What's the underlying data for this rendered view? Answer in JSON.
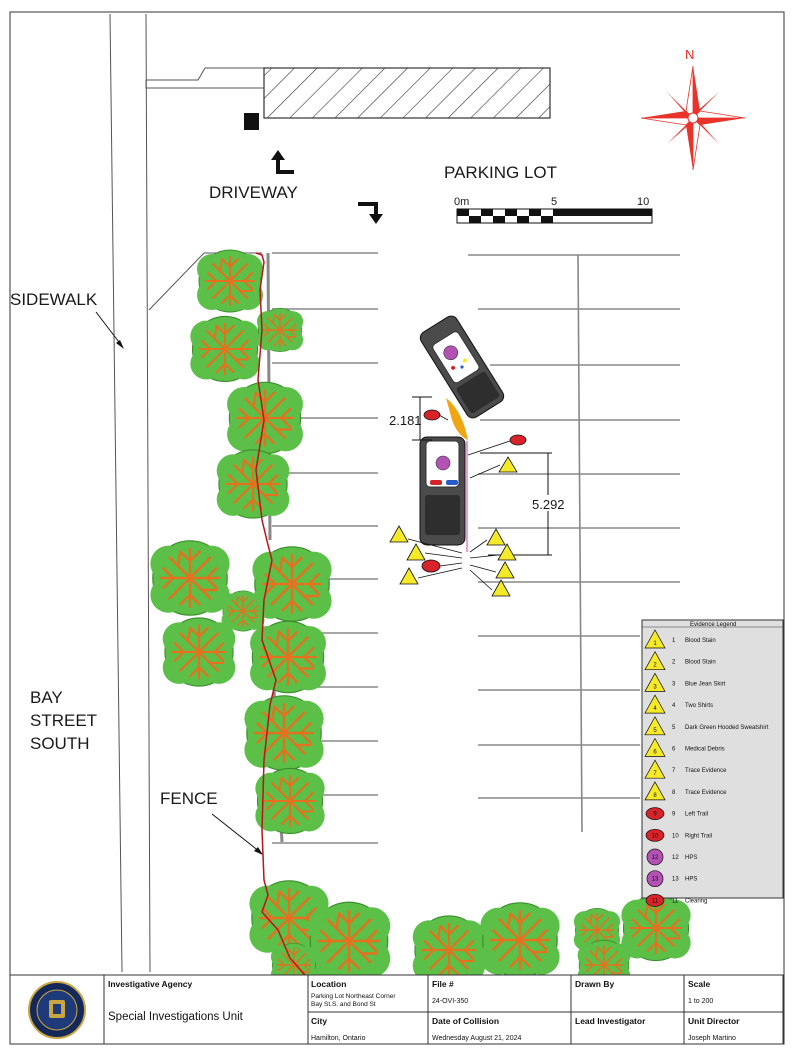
{
  "labels": {
    "parking_lot": "PARKING LOT",
    "driveway": "DRIVEWAY",
    "sidewalk": "SIDEWALK",
    "street_line1": "BAY",
    "street_line2": "STREET",
    "street_line3": "SOUTH",
    "fence": "FENCE",
    "north": "N"
  },
  "scale_bar": {
    "ticks": [
      "0m",
      "5",
      "10"
    ]
  },
  "measurements": {
    "car_gap": "2.181",
    "car_to_marker": "5.292"
  },
  "evidence_legend": {
    "title": "Evidence Legend",
    "items": [
      {
        "marker": "1",
        "number": "1",
        "label": "Blood Stain",
        "shape": "triangle"
      },
      {
        "marker": "2",
        "number": "2",
        "label": "Blood Stain",
        "shape": "triangle"
      },
      {
        "marker": "3",
        "number": "3",
        "label": "Blue Jean Skirt",
        "shape": "triangle"
      },
      {
        "marker": "4",
        "number": "4",
        "label": "Two Shirts",
        "shape": "triangle"
      },
      {
        "marker": "5",
        "number": "5",
        "label": "Dark Green Hooded Sweatshirt",
        "shape": "triangle"
      },
      {
        "marker": "6",
        "number": "6",
        "label": "Medical Debris",
        "shape": "triangle"
      },
      {
        "marker": "7",
        "number": "7",
        "label": "Trace Evidence",
        "shape": "triangle"
      },
      {
        "marker": "8",
        "number": "8",
        "label": "Trace Evidence",
        "shape": "triangle"
      },
      {
        "marker": "9",
        "number": "9",
        "label": "Left Trail",
        "shape": "oval-red"
      },
      {
        "marker": "10",
        "number": "10",
        "label": "Right Trail",
        "shape": "oval-red"
      },
      {
        "marker": "12",
        "number": "12",
        "label": "HPS",
        "shape": "circle-purple"
      },
      {
        "marker": "13",
        "number": "13",
        "label": "HPS",
        "shape": "circle-purple"
      },
      {
        "marker": "11",
        "number": "11",
        "label": "Clearing",
        "shape": "oval-red"
      }
    ]
  },
  "title_block": {
    "agency_title": "Investigative Agency",
    "agency_name": "Special Investigations Unit",
    "location_title": "Location",
    "location_line1": "Parking Lot Northeast Corner",
    "location_line2": "Bay St.S. and Bond St",
    "file_title": "File #",
    "file_value": "24-OVI-350",
    "drawn_by_title": "Drawn By",
    "drawn_by_value": "",
    "scale_title": "Scale",
    "scale_value": "1 to 200",
    "city_title": "City",
    "city_value": "Hamilton, Ontario",
    "date_title": "Date of Collision",
    "date_value": "Wednesday August 21, 2024",
    "lead_title": "Lead Investigator",
    "lead_value": "",
    "director_title": "Unit Director",
    "director_value": "Joseph Martino"
  },
  "colors": {
    "tree_green": "#5cbf48",
    "tree_branch": "#e5711f",
    "marker_yellow": "#f5ea28",
    "marker_red": "#d8232a",
    "marker_purple": "#b451b4",
    "fence_red": "#b8161a",
    "compass_red": "#e8322a",
    "legend_bg": "#dfdfdf",
    "blotch_orange": "#f0a512"
  }
}
